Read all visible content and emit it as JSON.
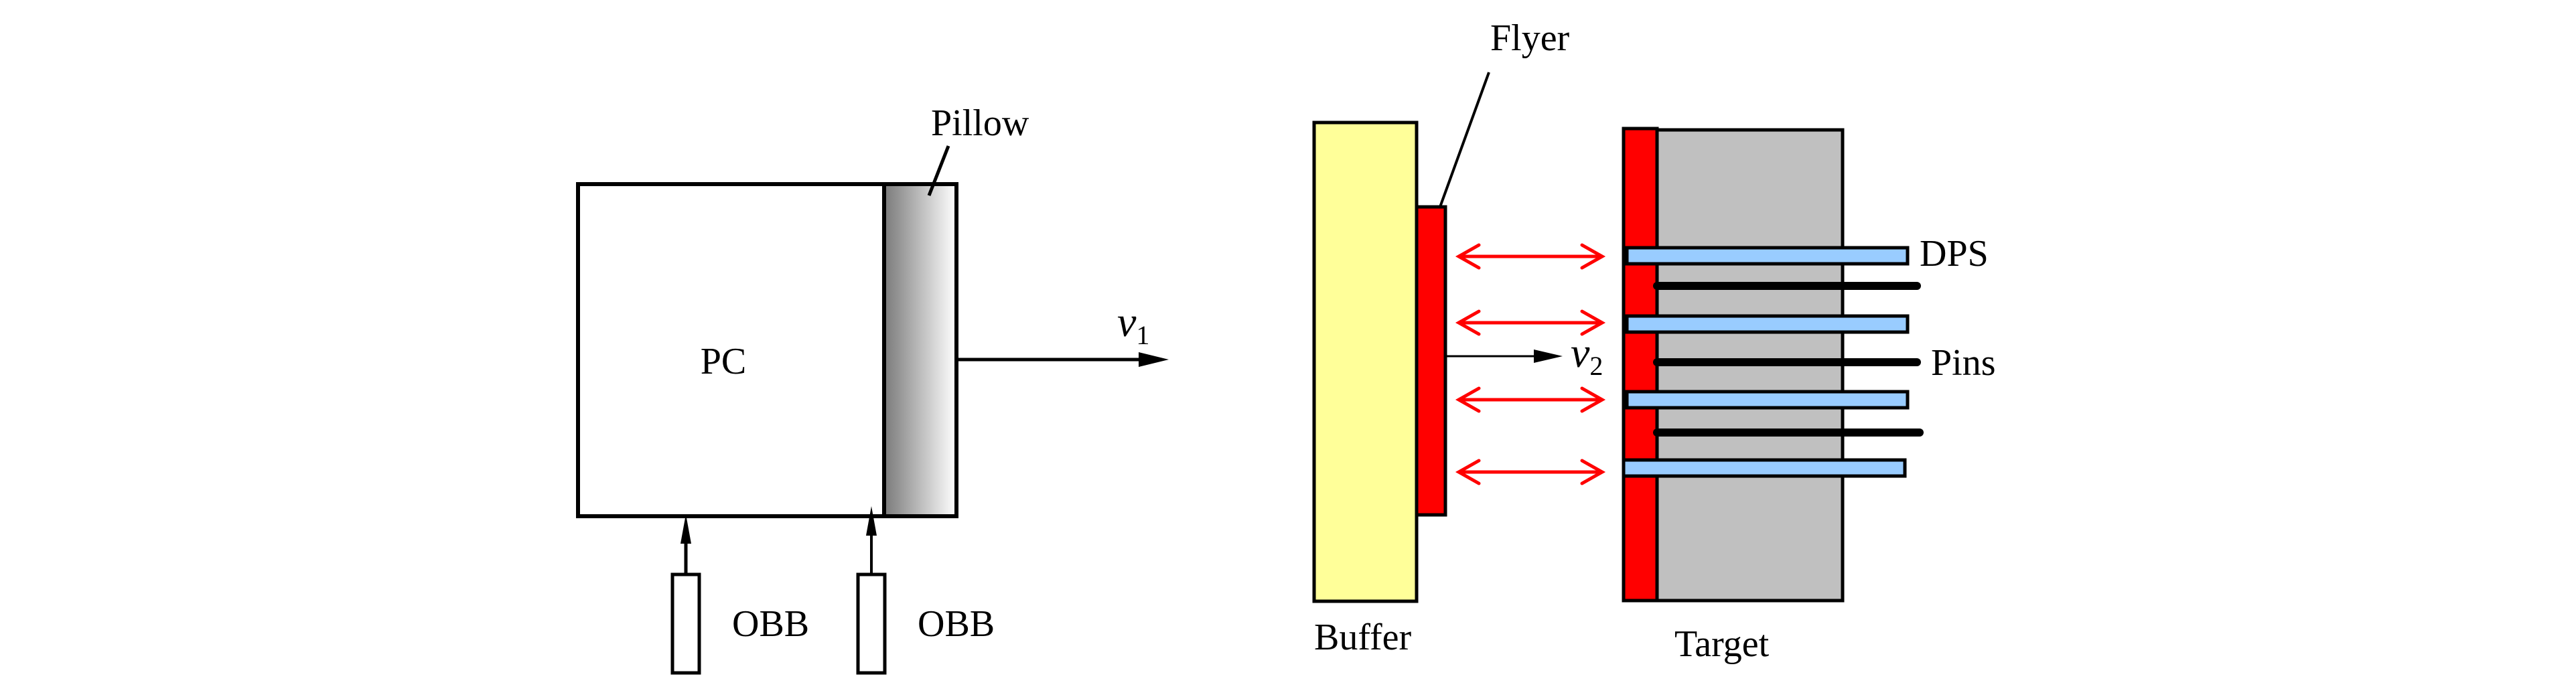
{
  "left_panel": {
    "projectile_label": "PC",
    "pillow_label": "Pillow",
    "velocity_symbol": "v",
    "velocity_subscript": "1",
    "obb_left_label": "OBB",
    "obb_right_label": "OBB"
  },
  "right_panel": {
    "flyer_label": "Flyer",
    "buffer_label": "Buffer",
    "target_label": "Target",
    "velocity_symbol": "v",
    "velocity_subscript": "2",
    "dps_label": "DPS",
    "pins_label": "Pins",
    "dps_probe_count": 4,
    "pin_count": 3,
    "double_arrow_count": 4
  },
  "colors": {
    "buffer_fill": "#ffff99",
    "flyer_fill": "#ff0000",
    "target_fill": "#c0c0c0",
    "target_front_layer": "#ff0000",
    "dps_fill": "#99ccff",
    "double_arrow": "#ff0000",
    "pillow_gradient_dark": "#7a7a7a",
    "pillow_gradient_light": "#ffffff",
    "outline": "#000000"
  }
}
